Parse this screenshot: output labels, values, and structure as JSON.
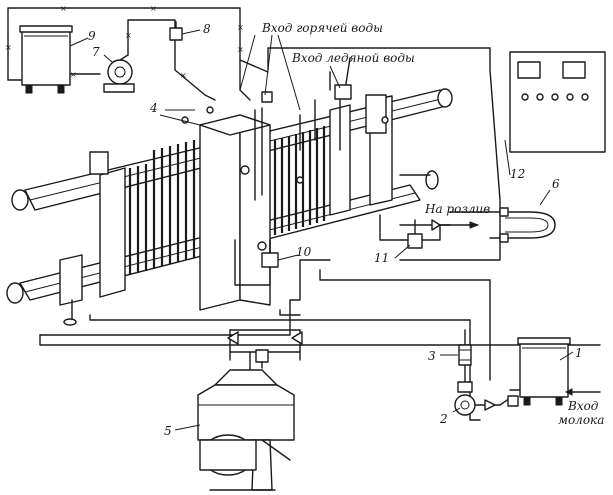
{
  "labels": {
    "hot_water_inlet": "Вход горячей воды",
    "ice_water_inlet": "Вход ледяной воды",
    "to_bottling": "На розлив",
    "milk_inlet_line1": "Вход",
    "milk_inlet_line2": "молока"
  },
  "callouts": [
    "1",
    "2",
    "3",
    "4",
    "5",
    "6",
    "7",
    "8",
    "9",
    "10",
    "11",
    "12"
  ]
}
